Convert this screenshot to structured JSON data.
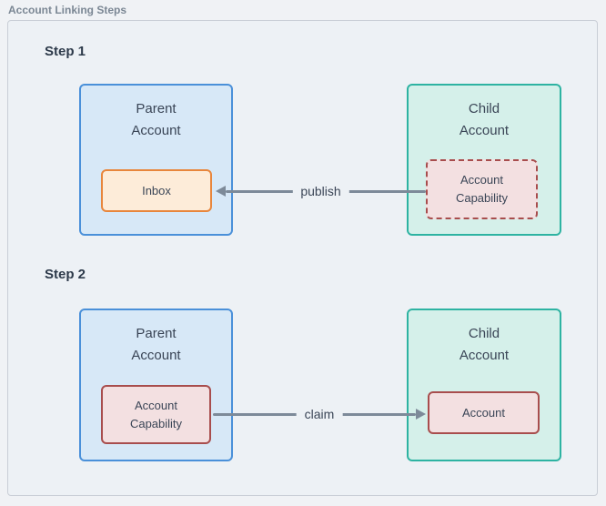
{
  "header": {
    "title": "Account Linking Steps"
  },
  "colors": {
    "page_bg": "#f0f2f5",
    "panel_bg": "#edf1f5",
    "panel_border": "#c9ced6",
    "title_text": "#7b8794",
    "heading_text": "#2d3a4a",
    "label_text": "#3a4556",
    "parent_fill": "#d7e8f7",
    "parent_border": "#4a90d9",
    "child_fill": "#d5f0ea",
    "child_border": "#2eb3a2",
    "inbox_fill": "#fdecd9",
    "inbox_border": "#e8863c",
    "capability_fill": "#f3e0e1",
    "capability_border": "#a84d4d",
    "arrow": "#7d8a99"
  },
  "steps": [
    {
      "heading": "Step 1",
      "parent_title": "Parent\nAccount",
      "parent_inner": "Inbox",
      "child_title": "Child\nAccount",
      "child_inner": "Account\nCapability",
      "arrow_label": "publish",
      "arrow_direction": "left"
    },
    {
      "heading": "Step 2",
      "parent_title": "Parent\nAccount",
      "parent_inner": "Account\nCapability",
      "child_title": "Child\nAccount",
      "child_inner": "Account",
      "arrow_label": "claim",
      "arrow_direction": "right"
    }
  ]
}
